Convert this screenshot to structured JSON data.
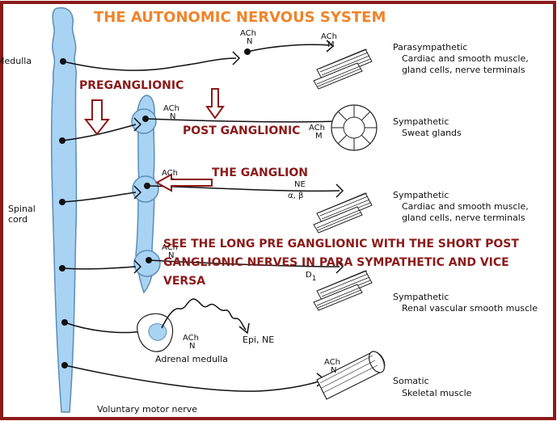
{
  "title": "THE AUTONOMIC NERVOUS SYSTEM",
  "colors": {
    "frame": "#8b1a1a",
    "title": "#f0842a",
    "annotation": "#8b1a1a",
    "cord_fill": "#a9d3f3",
    "ganglion_fill": "#a9d3f3",
    "cord_stroke": "#5b8db8"
  },
  "labels": {
    "medulla": "Medulla",
    "spinal": "Spinal",
    "cord": "cord",
    "adrenal": "Adrenal medulla",
    "epi": "Epi, NE",
    "voluntary": "Voluntary motor nerve"
  },
  "annotations": {
    "preganglionic": "PREGANGLIONIC",
    "postganglionic": "POST GANGLIONIC",
    "ganglion": "THE GANGLION",
    "note_line1": "SEE THE LONG PRE GANGLIONIC WITH THE SHORT POST",
    "note_line2": "GANGLIONIC NERVES IN PARA SYMPATHETIC AND VICE",
    "note_line3": "VERSA"
  },
  "transmitters": {
    "ach": "ACh",
    "n": "N",
    "m": "M",
    "ne": "NE",
    "alpha_beta": "α, β",
    "d": "D",
    "d_sub": "1"
  },
  "pathways": [
    {
      "type": "Parasympathetic",
      "targets": [
        "Cardiac and smooth muscle,",
        "gland cells, nerve terminals"
      ]
    },
    {
      "type": "Sympathetic",
      "targets": [
        "Sweat glands"
      ]
    },
    {
      "type": "Sympathetic",
      "targets": [
        "Cardiac and smooth muscle,",
        "gland cells, nerve terminals"
      ]
    },
    {
      "type": "Sympathetic",
      "targets": [
        "Renal vascular smooth muscle"
      ]
    },
    {
      "type": "Somatic",
      "targets": [
        "Skeletal muscle"
      ]
    }
  ]
}
